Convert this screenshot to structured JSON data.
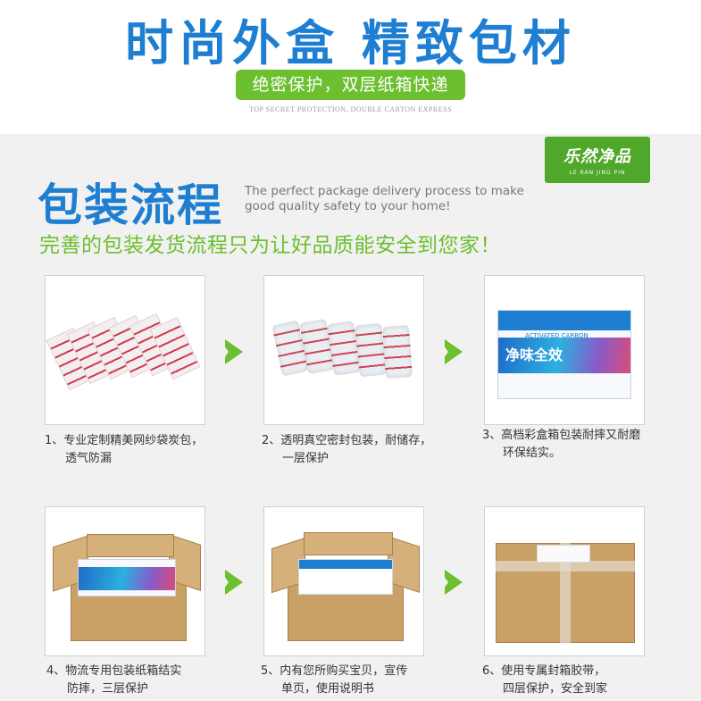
{
  "header": {
    "headline": "时尚外盒  精致包材",
    "pill": "绝密保护，双层纸箱快递",
    "subtitle": "TOP SECRET PROTECTION, DOUBLE CARTON EXPRESS"
  },
  "logo": {
    "main": "乐然净品",
    "sub": "LE RAN JING PIN"
  },
  "section": {
    "title": "包装流程",
    "en": "The perfect package delivery process to make good quality safety to your home!",
    "cn": "完善的包装发货流程只为让好品质能安全到您家！"
  },
  "steps": [
    {
      "line1": "1、专业定制精美网纱袋炭包，",
      "line2": "透气防漏"
    },
    {
      "line1": "2、透明真空密封包装，耐储存，",
      "line2": "一层保护"
    },
    {
      "line1": "3、高档彩盒箱包装耐摔又耐磨",
      "line2": "环保结实。"
    },
    {
      "line1": "4、物流专用包装纸箱结实",
      "line2": "防摔，三层保护"
    },
    {
      "line1": "5、内有您所购买宝贝，宣传",
      "line2": "单页，使用说明书"
    },
    {
      "line1": "6、使用专属封箱胶带，",
      "line2": "四层保护，安全到家"
    }
  ],
  "product_box": {
    "name": "净味全效",
    "en": "ACTIVATED CARBON"
  },
  "colors": {
    "blue": "#1e7fd2",
    "green": "#6cbf2e",
    "cardboard": "#c9a066"
  }
}
